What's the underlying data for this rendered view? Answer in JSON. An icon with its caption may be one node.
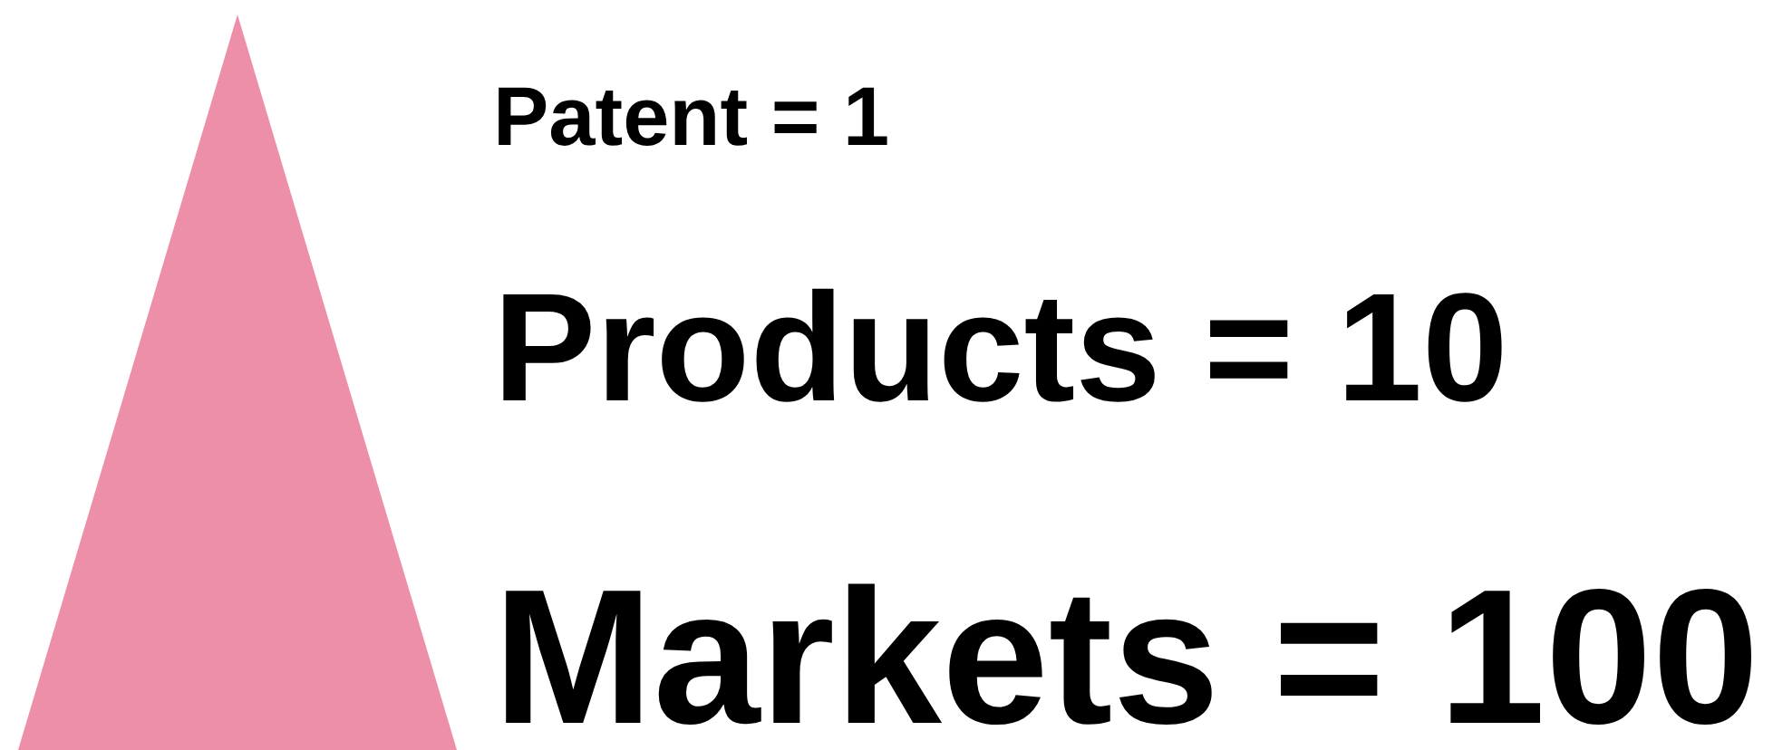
{
  "diagram": {
    "nodes": [
      {
        "text": [],
        "shape": "triangle"
      }
    ],
    "labels": [
      "Patent = 1",
      "Products = 10",
      "Markets = 100"
    ]
  }
}
